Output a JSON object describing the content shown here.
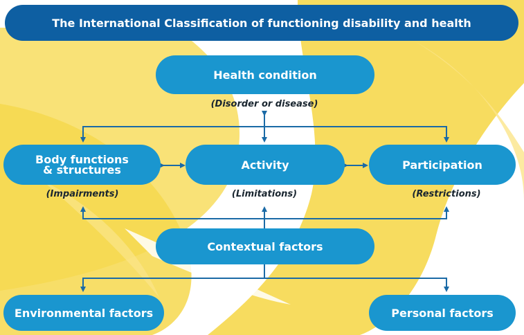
{
  "title": "The International Classification of functioning disability and health",
  "nodes": {
    "health_condition": {
      "label": "Health condition",
      "sub": "(Disorder or disease)"
    },
    "body_functions": {
      "label_line1": "Body functions",
      "label_line2": "& structures",
      "sub": "(Impairments)"
    },
    "activity": {
      "label": "Activity",
      "sub": "(Limitations)"
    },
    "participation": {
      "label": "Participation",
      "sub": "(Restrictions)"
    },
    "contextual_factors": {
      "label": "Contextual factors"
    },
    "environmental_factors": {
      "label": "Environmental factors"
    },
    "personal_factors": {
      "label": "Personal factors"
    }
  },
  "colors": {
    "title_bg": "#0e5fa2",
    "node_bg": "#1a96cf",
    "connector": "#1a6aa6",
    "background_accent": "#f6d84e"
  }
}
